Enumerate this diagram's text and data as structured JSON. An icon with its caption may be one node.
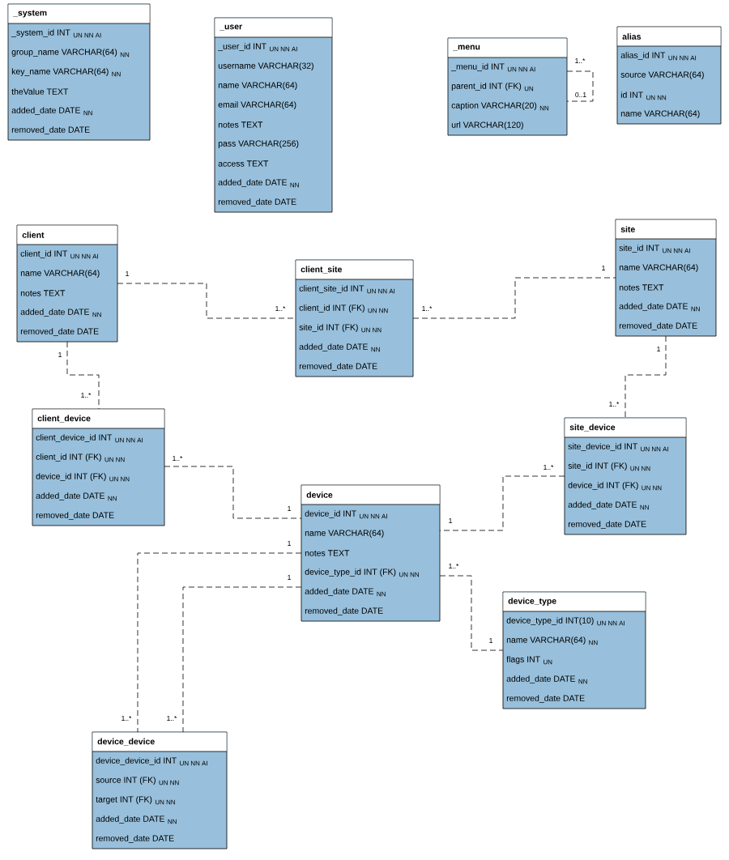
{
  "diagram": {
    "nodes": [
      {
        "text": [
          "_system",
          "_system_id INT",
          "UN NN AI",
          "group_name VARCHAR(64)",
          "NN",
          "key_name VARCHAR(64)",
          "NN",
          "theValue TEXT",
          "added_date DATE",
          "NN",
          "removed_date DATE"
        ]
      },
      {
        "text": [
          "_user",
          "_user_id INT",
          "UN NN AI",
          "username VARCHAR(32)",
          "name VARCHAR(64)",
          "email VARCHAR(64)",
          "notes TEXT",
          "pass VARCHAR(256)",
          "access TEXT",
          "added_date DATE",
          "NN",
          "removed_date DATE"
        ]
      },
      {
        "text": [
          "_menu",
          "_menu_id INT",
          "UN NN AI",
          "parent_id INT (FK)",
          "UN",
          "caption VARCHAR(20)",
          "NN",
          "url VARCHAR(120)"
        ]
      },
      {
        "text": [
          "alias",
          "alias_id INT",
          "UN NN AI",
          "source VARCHAR(64)",
          "id INT",
          "UN NN",
          "name VARCHAR(64)"
        ]
      },
      {
        "text": [
          "client",
          "client_id INT",
          "UN NN AI",
          "name VARCHAR(64)",
          "notes TEXT",
          "added_date DATE",
          "NN",
          "removed_date DATE"
        ]
      },
      {
        "text": [
          "client_site",
          "client_site_id INT",
          "UN NN AI",
          "client_id INT (FK)",
          "UN NN",
          "site_id INT (FK)",
          "UN NN",
          "added_date DATE",
          "NN",
          "removed_date DATE"
        ]
      },
      {
        "text": [
          "site",
          "site_id INT",
          "UN NN AI",
          "name VARCHAR(64)",
          "notes TEXT",
          "added_date DATE",
          "NN",
          "removed_date DATE"
        ]
      },
      {
        "text": [
          "client_device",
          "client_device_id INT",
          "UN NN AI",
          "client_id INT (FK)",
          "UN NN",
          "device_id INT (FK)",
          "UN NN",
          "added_date DATE",
          "NN",
          "removed_date DATE"
        ]
      },
      {
        "text": [
          "site_device",
          "site_device_id INT",
          "UN NN AI",
          "site_id INT (FK)",
          "UN NN",
          "device_id INT (FK)",
          "UN NN",
          "added_date DATE",
          "NN",
          "removed_date DATE"
        ]
      },
      {
        "text": [
          "device",
          "device_id INT",
          "UN NN AI",
          "name VARCHAR(64)",
          "notes TEXT",
          "device_type_id INT (FK)",
          "UN NN",
          "added_date DATE",
          "NN",
          "removed_date DATE"
        ]
      },
      {
        "text": [
          "device_type",
          "device_type_id INT(10)",
          "UN NN AI",
          "name VARCHAR(64)",
          "NN",
          "flags INT",
          "UN",
          "added_date DATE",
          "NN",
          "removed_date DATE"
        ]
      },
      {
        "text": [
          "device_device",
          "device_device_id INT",
          "UN NN AI",
          "source INT (FK)",
          "UN NN",
          "target INT (FK)",
          "UN NN",
          "added_date DATE",
          "NN",
          "removed_date DATE"
        ]
      }
    ],
    "edges": [
      {
        "from": 2,
        "to": 2,
        "arrow": "none",
        "style": "dashed"
      },
      {
        "from": 4,
        "to": 5,
        "arrow": "none",
        "style": "dashed"
      },
      {
        "from": 5,
        "to": 6,
        "arrow": "none",
        "style": "dashed"
      },
      {
        "from": 4,
        "to": 7,
        "arrow": "none",
        "style": "dashed"
      },
      {
        "from": 6,
        "to": 8,
        "arrow": "none",
        "style": "dashed"
      },
      {
        "from": 7,
        "to": 9,
        "arrow": "none",
        "style": "dashed"
      },
      {
        "from": 8,
        "to": 9,
        "arrow": "none",
        "style": "dashed"
      },
      {
        "from": 9,
        "to": 10,
        "arrow": "none",
        "style": "dashed"
      },
      {
        "from": 9,
        "to": 11,
        "arrow": "none",
        "style": "dashed"
      },
      {
        "from": 9,
        "to": 11,
        "arrow": "none",
        "style": "dashed"
      }
    ],
    "labels": [
      "1..*",
      "0..1",
      "1",
      "1..*",
      "1..*",
      "1",
      "1",
      "1..*",
      "1",
      "1..*",
      "1..*",
      "1",
      "1..*",
      "1",
      "1..*",
      "1",
      "1",
      "1..*",
      "1",
      "1..*"
    ]
  }
}
